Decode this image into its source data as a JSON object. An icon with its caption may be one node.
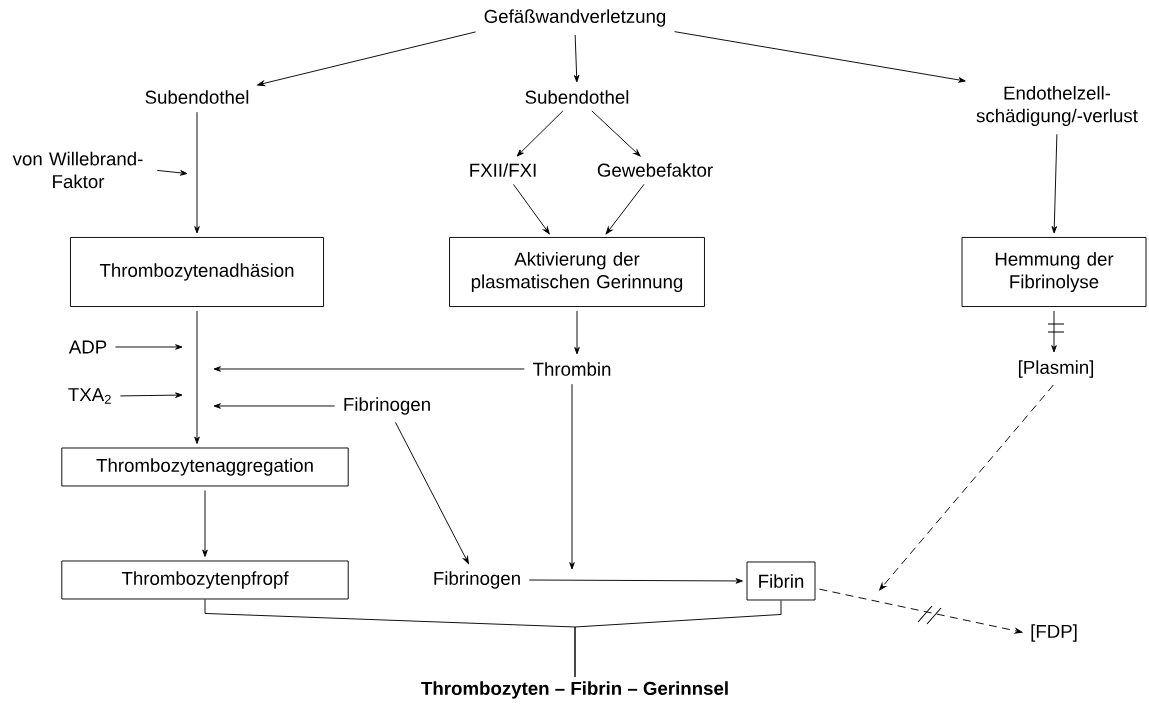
{
  "diagram": {
    "nodes": [
      {
        "text": [
          "Gefäßwandverletzung"
        ]
      },
      {
        "text": [
          "Subendothel"
        ]
      },
      {
        "text": [
          "Subendothel"
        ]
      },
      {
        "text": [
          "Endothelzell- schädigung/-verlust"
        ]
      },
      {
        "text": [
          "von Willebrand- Faktor"
        ]
      },
      {
        "text": [
          "FXII/FXI"
        ]
      },
      {
        "text": [
          "Gewebefaktor"
        ]
      },
      {
        "text": [
          "Thrombozytenadhäsion"
        ]
      },
      {
        "text": [
          "Aktivierung der plasmatischen Gerinnung"
        ]
      },
      {
        "text": [
          "Hemmung der Fibrinolyse"
        ]
      },
      {
        "text": [
          "ADP"
        ]
      },
      {
        "text": [
          "TXA$_{2}$"
        ]
      },
      {
        "text": [
          "Thrombin"
        ]
      },
      {
        "text": [
          "Fibrinogen"
        ]
      },
      {
        "text": [
          "Thrombozytenaggregation"
        ]
      },
      {
        "text": [
          "Fibrinogen"
        ]
      },
      {
        "text": [
          "Fibrin"
        ]
      },
      {
        "text": [
          "Thrombozytenpfropf"
        ]
      },
      {
        "text": [
          "[Plasmin]"
        ]
      },
      {
        "text": [
          "[FDP]"
        ]
      },
      {
        "text": [
          "Thrombozyten – Fibrin – Gerinnsel"
        ]
      }
    ],
    "edges": [
      {
        "from": 0,
        "to": 1,
        "arrow": "to"
      },
      {
        "from": 0,
        "to": 2,
        "arrow": "to"
      },
      {
        "from": 0,
        "to": 3,
        "arrow": "to"
      },
      {
        "from": 1,
        "to": 7,
        "arrow": "to"
      },
      {
        "from": 4,
        "to": null,
        "arrow": "to"
      },
      {
        "from": 2,
        "to": 5,
        "arrow": "to"
      },
      {
        "from": 2,
        "to": 6,
        "arrow": "to"
      },
      {
        "from": 5,
        "to": 8,
        "arrow": "to"
      },
      {
        "from": 6,
        "to": 8,
        "arrow": "to"
      },
      {
        "from": 3,
        "to": 9,
        "arrow": "to"
      },
      {
        "from": 7,
        "to": 14,
        "arrow": "to"
      },
      {
        "from": 10,
        "to": null,
        "arrow": "to"
      },
      {
        "from": 11,
        "to": null,
        "arrow": "to"
      },
      {
        "from": 12,
        "to": null,
        "arrow": "to"
      },
      {
        "from": 13,
        "to": null,
        "arrow": "to"
      },
      {
        "from": 8,
        "to": 12,
        "arrow": "to"
      },
      {
        "from": 9,
        "to": 18,
        "arrow": "to"
      },
      {
        "from": 12,
        "to": null,
        "arrow": "to"
      },
      {
        "from": 13,
        "to": 15,
        "arrow": "to"
      },
      {
        "from": 14,
        "to": 17,
        "arrow": "to"
      },
      {
        "from": 15,
        "to": 16,
        "arrow": "to"
      },
      {
        "from": 18,
        "to": null,
        "arrow": "to",
        "style": "dashed"
      },
      {
        "from": 16,
        "to": 19,
        "arrow": "to",
        "style": "dashed"
      },
      {
        "from": 17,
        "to": 20,
        "arrow": "none"
      },
      {
        "from": 16,
        "to": 20,
        "arrow": "none"
      }
    ]
  }
}
